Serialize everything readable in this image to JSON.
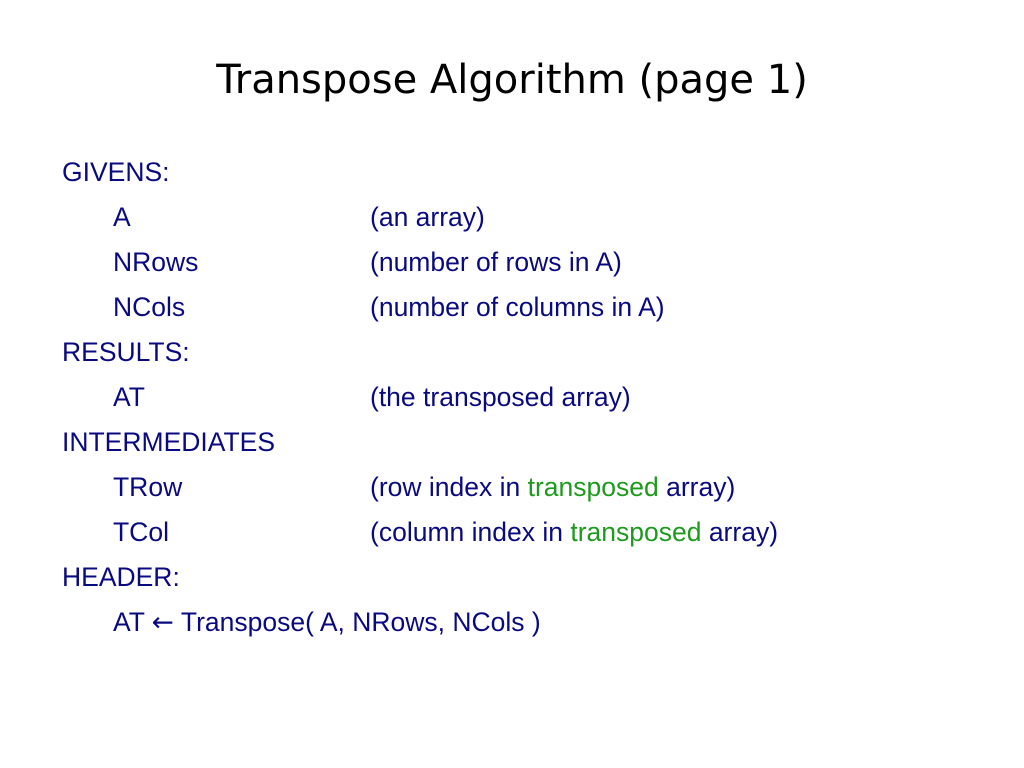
{
  "title": "Transpose Algorithm (page 1)",
  "colors": {
    "body_text": "#0a0a80",
    "highlight": "#1e9a1e",
    "title_text": "#000000"
  },
  "givens": {
    "heading": "GIVENS:",
    "items": [
      {
        "term": "A",
        "desc": "(an array)"
      },
      {
        "term": "NRows",
        "desc": "(number of rows in A)"
      },
      {
        "term": "NCols",
        "desc": "(number of columns in A)"
      }
    ]
  },
  "results": {
    "heading": "RESULTS:",
    "items": [
      {
        "term": "AT",
        "desc": "(the transposed array)"
      }
    ]
  },
  "intermediates": {
    "heading": "INTERMEDIATES",
    "items": [
      {
        "term": "TRow",
        "desc_before": "(row index in ",
        "desc_highlight": "transposed",
        "desc_after": " array)"
      },
      {
        "term": "TCol",
        "desc_before": "(column index in ",
        "desc_highlight": "transposed",
        "desc_after": " array)"
      }
    ]
  },
  "header": {
    "heading": "HEADER:",
    "signature_result": "AT ",
    "signature_arrow": "←",
    "signature_call": " Transpose( A, NRows, NCols )"
  }
}
